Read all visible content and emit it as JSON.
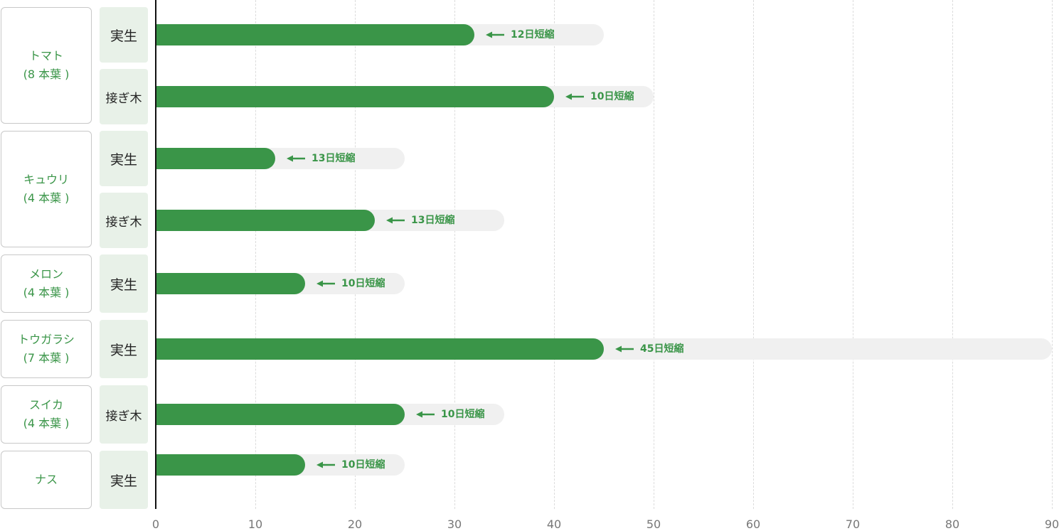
{
  "chart_data": {
    "type": "bar",
    "orientation": "horizontal",
    "xlim": [
      0,
      90
    ],
    "xticks": [
      "0",
      "10",
      "20",
      "30",
      "40",
      "50",
      "60",
      "70",
      "80",
      "90"
    ],
    "grid": true,
    "colors": {
      "bar": "#3a9548",
      "track": "#f0f0f0",
      "label": "#3a9548",
      "method_bg": "#e8f1e8"
    },
    "groups": [
      {
        "name_line1": "トマト",
        "name_line2": "(8 本葉 )",
        "rows": [
          {
            "method": "実生",
            "value": 32,
            "total": 45,
            "label": "12日短縮"
          },
          {
            "method": "接ぎ木",
            "value": 40,
            "total": 50,
            "label": "10日短縮"
          }
        ]
      },
      {
        "name_line1": "キュウリ",
        "name_line2": "(4 本葉 )",
        "rows": [
          {
            "method": "実生",
            "value": 12,
            "total": 25,
            "label": "13日短縮"
          },
          {
            "method": "接ぎ木",
            "value": 22,
            "total": 35,
            "label": "13日短縮"
          }
        ]
      },
      {
        "name_line1": "メロン",
        "name_line2": "(4 本葉 )",
        "rows": [
          {
            "method": "実生",
            "value": 15,
            "total": 25,
            "label": "10日短縮"
          }
        ]
      },
      {
        "name_line1": "トウガラシ",
        "name_line2": "(7 本葉 )",
        "rows": [
          {
            "method": "実生",
            "value": 45,
            "total": 90,
            "label": "45日短縮"
          }
        ]
      },
      {
        "name_line1": "スイカ",
        "name_line2": "(4 本葉 )",
        "rows": [
          {
            "method": "接ぎ木",
            "value": 25,
            "total": 35,
            "label": "10日短縮"
          }
        ]
      },
      {
        "name_line1": "ナス",
        "name_line2": "",
        "rows": [
          {
            "method": "実生",
            "value": 15,
            "total": 25,
            "label": "10日短縮"
          }
        ]
      }
    ]
  }
}
